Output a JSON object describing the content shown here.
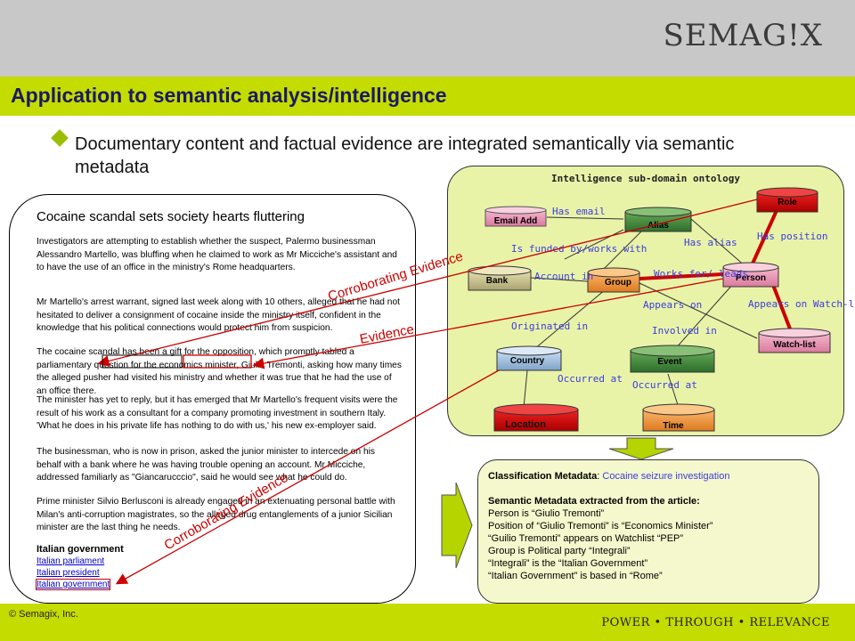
{
  "header": {
    "logo": "SEMAG!X"
  },
  "title": "Application to semantic analysis/intelligence",
  "bullet": {
    "text": "Documentary content and factual evidence are integrated semantically via semantic metadata"
  },
  "article": {
    "title": "Cocaine scandal sets society hearts fluttering",
    "paragraphs": [
      "Investigators are attempting to establish whether the suspect, Palermo businessman Alessandro Martello, was bluffing when he claimed to work as Mr Micciche's assistant and to have the use of an office in the ministry's Rome headquarters.",
      "Mr Martello's arrest warrant, signed last week along with 10 others, alleged that he had not hesitated to deliver a consignment of cocaine inside the ministry itself, confident in the knowledge that his political connections would protect him from suspicion.",
      "The cocaine scandal has been a gift for the opposition, which promptly tabled a parliamentary question for the economics minister, Giulio Tremonti, asking how many times the alleged pusher had visited his ministry and whether it was true that he had the use of an office there.",
      "The minister has yet to reply, but it has emerged that Mr Martello's frequent visits were the result of his work as a consultant for a company promoting investment in southern Italy. 'What he does in his private life has nothing to do with us,' his new ex-employer said.",
      "The businessman, who is now in prison, asked the junior minister to intercede on his behalf with a bank where he was having trouble opening an account. Mr Micciche, addressed familiarly as \"Giancarucccio\", said he would see what he could do.",
      "Prime minister Silvio Berlusconi is already engaged in an extenuating personal battle with Milan's anti-corruption magistrates, so the alleged drug entanglements of a junior Sicilian minister are the last thing he needs."
    ],
    "gov_heading": "Italian government",
    "links": [
      "Italian parliament",
      "Italian president",
      "Italian government"
    ]
  },
  "ontology": {
    "title": "Intelligence sub-domain ontology",
    "nodes": {
      "email": "Email Add",
      "alias": "Alias",
      "role": "Role",
      "bank": "Bank",
      "group": "Group",
      "person": "Person",
      "watchlist": "Watch-list",
      "country": "Country",
      "event": "Event",
      "location": "Location",
      "time": "Time"
    },
    "edges": {
      "has_email": "Has email",
      "has_alias": "Has alias",
      "has_position": "Has position",
      "funded": "Is funded by/works with",
      "account": "Account in",
      "works_for": "Works for/ leads",
      "appears_on": "Appears on",
      "appears_watch": "Appears on Watch-list",
      "involved": "Involved in",
      "originated": "Originated in",
      "occurred_at1": "Occurred at",
      "occurred_at2": "Occurred at"
    }
  },
  "evidence": {
    "corroborating_top": "Corroborating Evidence",
    "evidence": "Evidence",
    "corroborating_bottom": "Corroborating Evidence"
  },
  "metadata": {
    "classification_label": "Classification Metadata",
    "classification_value": "Cocaine seizure investigation",
    "semantic_label": "Semantic Metadata extracted from the article:",
    "lines": [
      "Person is “Giulio Tremonti”",
      "Position of “Giulio Tremonti” is “Economics Minister”",
      "“Guilio Tremonti” appears on Watchlist “PEP”",
      "Group is Political party “Integrali”",
      "“Integrali” is the “Italian Government”",
      "“Italian Government” is based in “Rome”"
    ]
  },
  "footer": {
    "copyright": "© Semagix, Inc.",
    "tagline": "POWER • THROUGH • RELEVANCE"
  },
  "colors": {
    "accent": "#c4dc00",
    "arrow": "#cc0000",
    "title_text": "#1a1a66"
  }
}
